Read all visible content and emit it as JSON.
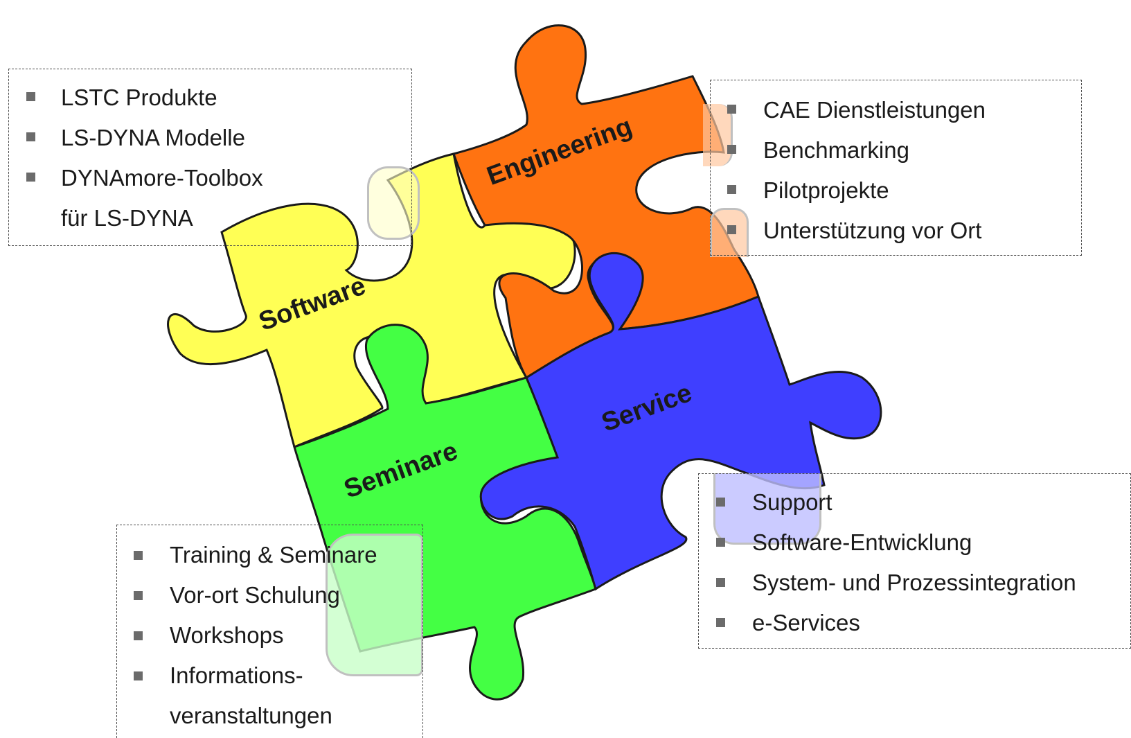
{
  "pieces": {
    "software": {
      "label": "Software",
      "color": "#ffff55"
    },
    "engineering": {
      "label": "Engineering",
      "color": "#ff7311"
    },
    "seminare": {
      "label": "Seminare",
      "color": "#44ff44"
    },
    "service": {
      "label": "Service",
      "color": "#3f3fff"
    }
  },
  "boxes": {
    "software": {
      "items": [
        "LSTC Produkte",
        "LS-DYNA Modelle",
        "DYNAmore-Toolbox"
      ],
      "continuation": "für LS-DYNA"
    },
    "engineering": {
      "items": [
        "CAE Dienstleistungen",
        "Benchmarking",
        "Pilotprojekte",
        "Unterstützung vor Ort"
      ]
    },
    "seminare": {
      "items": [
        "Training & Seminare",
        "Vor-ort Schulung",
        "Workshops",
        "Informations-"
      ],
      "continuation": "veranstaltungen"
    },
    "service": {
      "items": [
        "Support",
        "Software-Entwicklung",
        "System- und Prozessintegration",
        "e-Services"
      ]
    }
  }
}
